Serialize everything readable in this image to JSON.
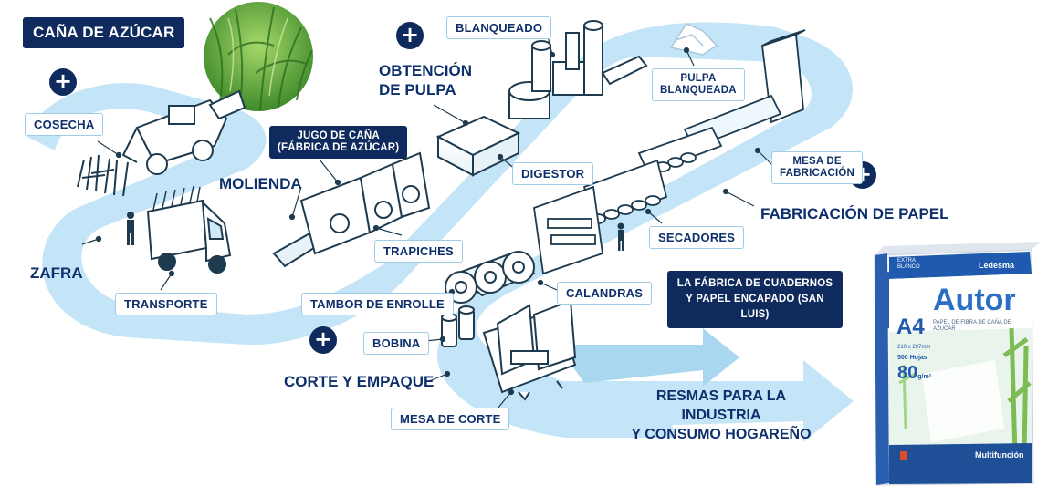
{
  "header": {
    "title": "CAÑA DE AZÚCAR"
  },
  "labels": {
    "cosecha": "COSECHA",
    "zafra": "ZAFRA",
    "transporte": "TRANSPORTE",
    "jugo_line1": "JUGO DE CAÑA",
    "jugo_line2": "(FÁBRICA DE AZÚCAR)",
    "molienda": "MOLIENDA",
    "trapiches": "TRAPICHES",
    "obtencion_line1": "OBTENCIÓN",
    "obtencion_line2": "DE PULPA",
    "blanqueado": "BLANQUEADO",
    "digestor": "DIGESTOR",
    "pulpa_line1": "PULPA",
    "pulpa_line2": "BLANQUEADA",
    "mesa_fab_line1": "MESA DE",
    "mesa_fab_line2": "FABRICACIÓN",
    "fabricacion_papel": "FABRICACIÓN DE PAPEL",
    "secadores": "SECADORES",
    "calandras": "CALANDRAS",
    "tambor": "TAMBOR DE ENROLLE",
    "bobina": "BOBINA",
    "corte_empaque": "CORTE Y EMPAQUE",
    "mesa_corte": "MESA DE CORTE",
    "fabrica_line1": "LA FÁBRICA DE CUADERNOS",
    "fabrica_line2": "Y PAPEL ENCAPADO (SAN LUIS)",
    "resmas_line1": "RESMAS PARA LA INDUSTRIA",
    "resmas_line2": "Y CONSUMO HOGAREÑO"
  },
  "product": {
    "brand": "Autor",
    "maker": "Ledesma",
    "size": "A4",
    "grammage": "80",
    "grammage_unit": "g/m²",
    "sheets": "500 Hojas",
    "dims": "210 x 297mm",
    "extra": "EXTRA BLANCO",
    "line": "Multifunción",
    "tagline": "PAPEL DE FIBRA DE CAÑA DE AZÚCAR"
  },
  "colors": {
    "path": "#bfe3f6",
    "navy": "#0f2a5c",
    "text": "#0d2f6b",
    "box_blue": "#2a6fc4",
    "box_green": "#7cc242"
  },
  "icons": [
    "plus-icon",
    "cane-field-image",
    "harvester-icon",
    "truck-icon",
    "mill-icon",
    "digester-icon",
    "dryer-rollers-icon",
    "cutting-table-icon",
    "paper-ream-image"
  ]
}
